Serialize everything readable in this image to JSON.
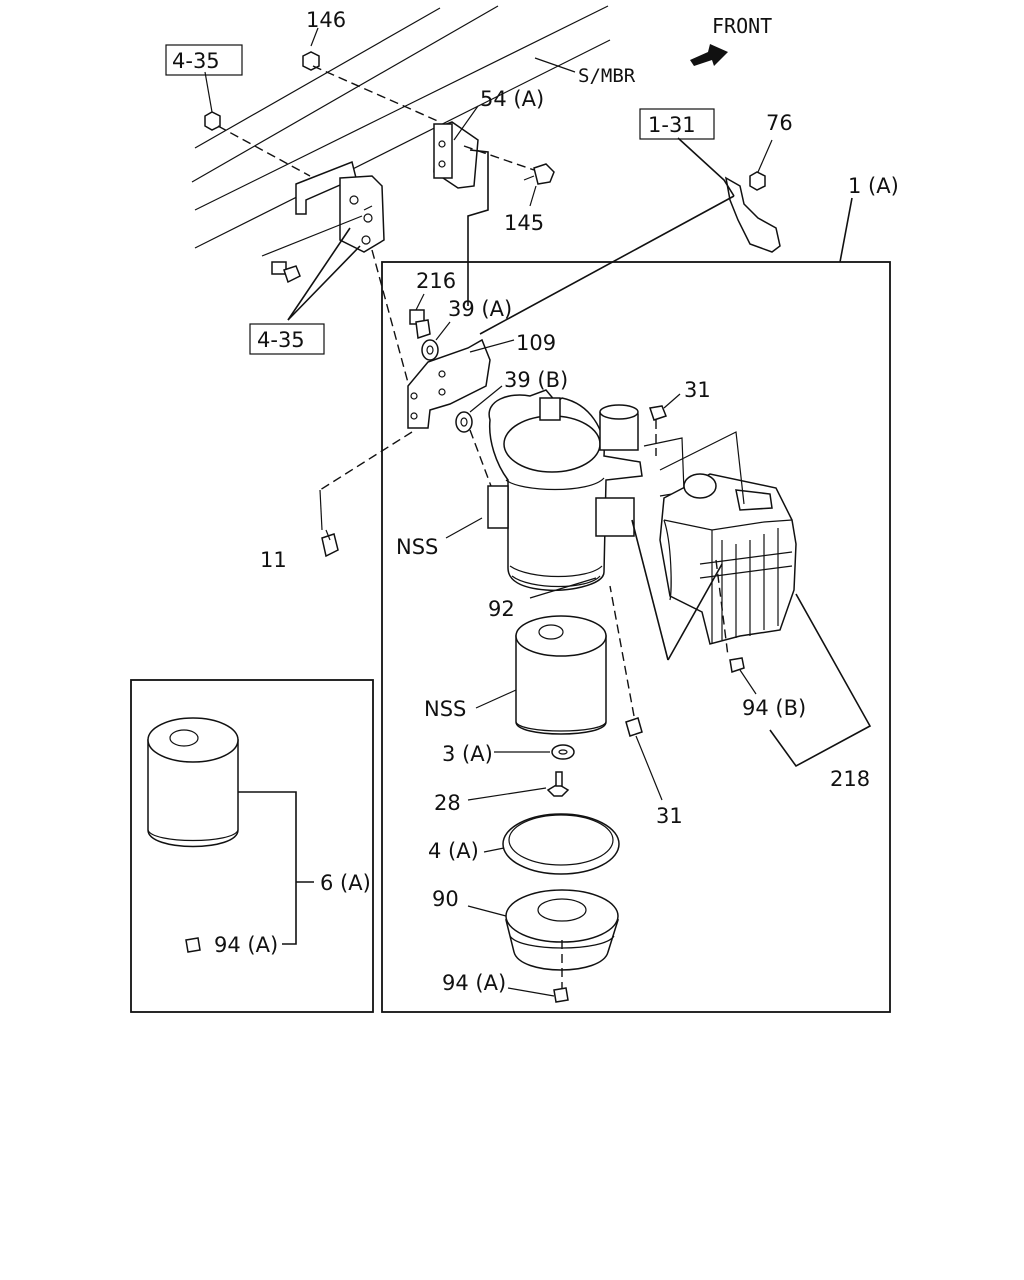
{
  "colors": {
    "ink": "#111111",
    "background": "#ffffff"
  },
  "icons": {
    "front": "front-arrow-icon"
  },
  "labels": {
    "front": "FRONT",
    "smbr": "S/MBR",
    "p146": "146",
    "ref435_top": "4-35",
    "ref435_bottom": "4-35",
    "p54a": "54 (A)",
    "ref131": "1-31",
    "p76": "76",
    "p145": "145",
    "p1a": "1 (A)",
    "p216": "216",
    "p39a": "39 (A)",
    "p109": "109",
    "p39b": "39 (B)",
    "p31_top": "31",
    "p11": "11",
    "nss_housing": "NSS",
    "p92": "92",
    "nss_filter": "NSS",
    "p94b": "94 (B)",
    "p3a": "3 (A)",
    "p28": "28",
    "p31_bottom": "31",
    "p218": "218",
    "p4a": "4 (A)",
    "p90": "90",
    "p94a_main": "94 (A)",
    "p6a": "6 (A)",
    "p94a_inset": "94 (A)"
  }
}
